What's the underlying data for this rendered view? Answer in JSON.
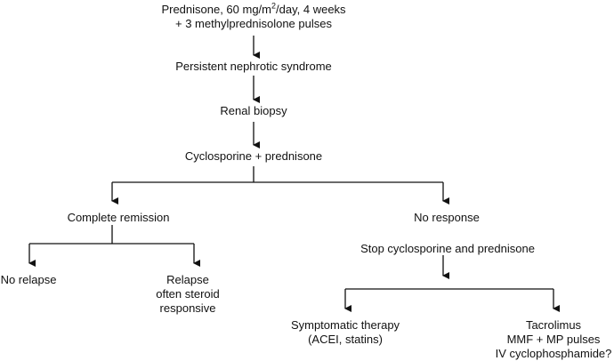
{
  "flowchart": {
    "start": {
      "line1_prefix": "Prednisone, 60 mg/m",
      "line1_superscript": "2",
      "line1_suffix": "/day, 4 weeks",
      "line2": "+ 3 methylprednisolone pulses"
    },
    "persistent": "Persistent nephrotic syndrome",
    "biopsy": "Renal biopsy",
    "cyclo_pred": "Cyclosporine + prednisone",
    "complete_remission": "Complete remission",
    "no_response": "No response",
    "no_relapse": "No relapse",
    "relapse": {
      "line1": "Relapse",
      "line2": "often steroid",
      "line3": "responsive"
    },
    "stop": "Stop cyclosporine and prednisone",
    "symptomatic": {
      "line1": "Symptomatic therapy",
      "line2": "(ACEI, statins)"
    },
    "tacrolimus": {
      "line1": "Tacrolimus",
      "line2": "MMF + MP pulses",
      "line3": "IV cyclophosphamide?"
    }
  },
  "colors": {
    "line": "#111111",
    "background": "#ffffff"
  }
}
